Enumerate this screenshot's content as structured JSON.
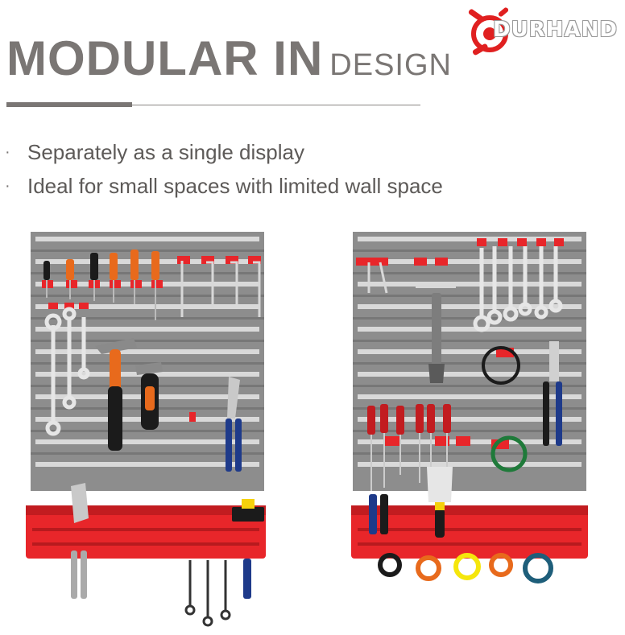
{
  "title": {
    "main": "MODULAR IN",
    "sub": "DESIGN"
  },
  "brand": {
    "name": "DURHAND",
    "accent": "#e02020"
  },
  "bullets": [
    "Separately as a single display",
    "Ideal for small spaces with limited wall space"
  ],
  "colors": {
    "board": "#8d8d8d",
    "shelf": "#e8262a",
    "hook": "#e8262a",
    "text": "#5d5a58"
  },
  "icons": [
    "wrench-icon",
    "screwdriver-icon",
    "hammer-icon",
    "pliers-icon",
    "hex-key-icon",
    "tape-roll-icon",
    "cable-coil-icon",
    "trowel-icon"
  ]
}
